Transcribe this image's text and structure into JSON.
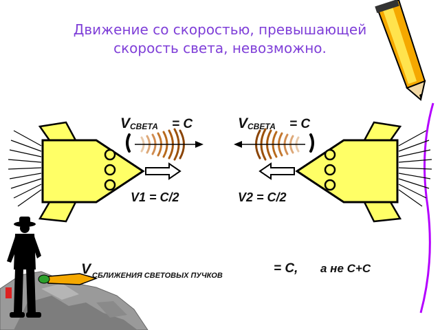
{
  "title": {
    "line1": "Движение со скоростью, превышающей",
    "line2": "скорость света, невозможно."
  },
  "labels": {
    "left_light": {
      "v": "V",
      "sub": "СВЕТА",
      "rest": "= C"
    },
    "right_light": {
      "v": "V",
      "sub": "СВЕТА",
      "rest": "= C"
    },
    "left_speed": "V1 = C/2",
    "right_speed": "V2 = C/2",
    "closing": {
      "v": "V",
      "sub": "СБЛИЖЕНИЯ СВЕТОВЫХ ПУЧКОВ",
      "eq": "= C,",
      "tail": "а не C+C"
    }
  },
  "colors": {
    "rocket_fill": "#ffff66",
    "rocket_stroke": "#000000",
    "wave": "#b86a1c",
    "title": "#7f3fd8",
    "pencil_body": "#f5a800",
    "pencil_stripe": "#ffe34d",
    "rock": "#9a9a9a",
    "purple_line": "#b400ff"
  },
  "icons": [
    "rocket-left-icon",
    "rocket-right-icon",
    "pencil-icon",
    "explorer-figure-icon",
    "rocks-icon",
    "light-wave-icon",
    "arrow-icon"
  ]
}
